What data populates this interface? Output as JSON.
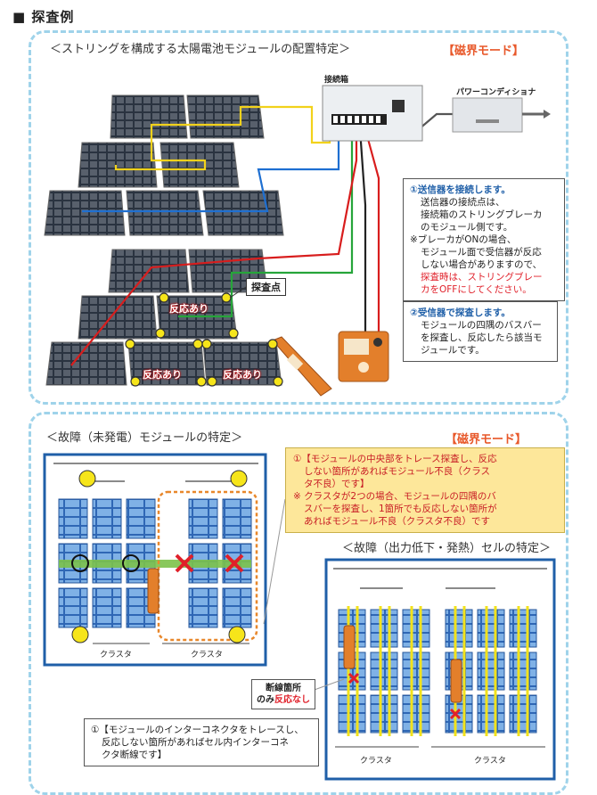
{
  "header": {
    "title": "■ 探査例"
  },
  "section1": {
    "title": "＜ストリングを構成する太陽電池モジュールの配置特定＞",
    "mode": "【磁界モード】",
    "junction_box_label": "接続箱",
    "pcs_label": "パワーコンディショナ",
    "probe_point_label": "探査点",
    "reaction_labels": [
      "反応あり",
      "反応あり",
      "反応あり"
    ],
    "note1": {
      "lines": [
        "①送信器を接続します。",
        "送信器の接続点は、",
        "接続箱のストリングブレーカ",
        "のモジュール側です。",
        "※ブレーカがONの場合、",
        "モジュール面で受信器が反応",
        "しない場合がありますので、"
      ],
      "red_lines": [
        "探査時は、ストリングブレー",
        "カをOFFにしてください。"
      ]
    },
    "note2": {
      "lines": [
        "②受信器で探査します。",
        "モジュールの四隅のバスバー",
        "を探査し、反応したら該当モ",
        "ジュールです。"
      ]
    }
  },
  "section2": {
    "title": "＜故障（未発電）モジュールの特定＞",
    "mode": "【磁界モード】",
    "callout_lines": [
      "①【モジュールの中央部をトレース探査し、反応",
      "しない箇所があればモジュール不良（クラス",
      "タ不良）です】",
      "※ クラスタが2つの場合、モジュールの四隅のバ",
      "スバーを探査し、1箇所でも反応しない箇所が",
      "あればモジュール不良（クラスタ不良）です"
    ],
    "cluster_labels": [
      "クラスタ",
      "クラスタ"
    ],
    "break_label_line1": "断線箇所",
    "break_label_line2_a": "のみ",
    "break_label_line2_b": "反応なし",
    "sub_title": "＜故障（出力低下・発熱）セルの特定＞",
    "cell_cluster_labels": [
      "クラスタ",
      "クラスタ"
    ],
    "note3_lines": [
      "①【モジュールのインターコネクタをトレースし、",
      "反応しない箇所があればセル内インターコネ",
      "クタ断線です】"
    ]
  },
  "colors": {
    "accent_orange": "#e8582a",
    "panel_border": "#9fd3ea",
    "frame_blue": "#1f5fa8",
    "alert_red": "#e0202a",
    "callout_yellow": "#fde79a"
  }
}
